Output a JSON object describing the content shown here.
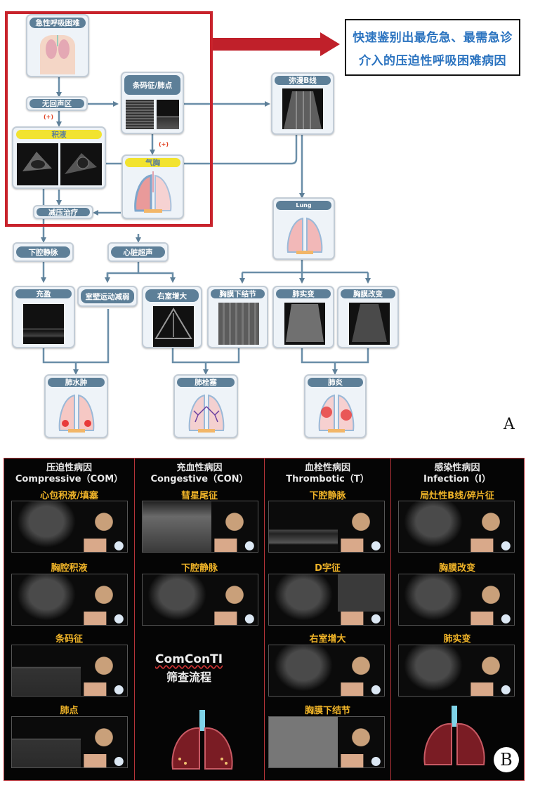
{
  "panel_a": {
    "label": "A",
    "callout_lines": [
      "快速鉴别出最危急、最需急诊",
      "介入的压迫性呼吸困难病因"
    ],
    "plus_marker": "(+)",
    "nodes": {
      "acute_dyspnea": "急性呼吸困难",
      "anechoic_zone": "无回声区",
      "effusion": "积液",
      "decompression": "减压治疗",
      "barcode_lung_point": "条码征/肺点",
      "pneumothorax": "气胸",
      "diffuse_b_lines": "弥漫B线",
      "lung": "Lung",
      "ivc": "下腔静脉",
      "echocardiography": "心脏超声",
      "ivc_full": "充盈",
      "wall_motion": "室壁运动减弱",
      "rv_enlarged": "右室增大",
      "subpleural_nodule": "胸膜下结节",
      "consolidation": "肺实变",
      "pleural_change": "胸膜改变",
      "pulmonary_edema": "肺水肿",
      "pulmonary_embolism": "肺栓塞",
      "pneumonia": "肺炎"
    }
  },
  "panel_b": {
    "label": "B",
    "center_title": "ComConTI",
    "center_subtitle": "筛查流程",
    "columns": [
      {
        "title_cn": "压迫性病因",
        "title_en": "Compressive（COM）",
        "items": [
          "心包积液/填塞",
          "胸腔积液",
          "条码征",
          "肺点"
        ]
      },
      {
        "title_cn": "充血性病因",
        "title_en": "Congestive（CON）",
        "items": [
          "彗星尾征",
          "下腔静脉"
        ]
      },
      {
        "title_cn": "血栓性病因",
        "title_en": "Thrombotic（T）",
        "items": [
          "下腔静脉",
          "D字征",
          "右室增大",
          "胸膜下结节"
        ]
      },
      {
        "title_cn": "感染性病因",
        "title_en": "Infection（I）",
        "items": [
          "局灶性B线/碎片征",
          "胸膜改变",
          "肺实变"
        ]
      }
    ]
  },
  "colors": {
    "frame_red": "#c8232c",
    "node_blue": "#5d7f98",
    "highlight_yellow": "#f2e330",
    "callout_blue": "#2c74c0",
    "label_orange": "#f0b428"
  }
}
